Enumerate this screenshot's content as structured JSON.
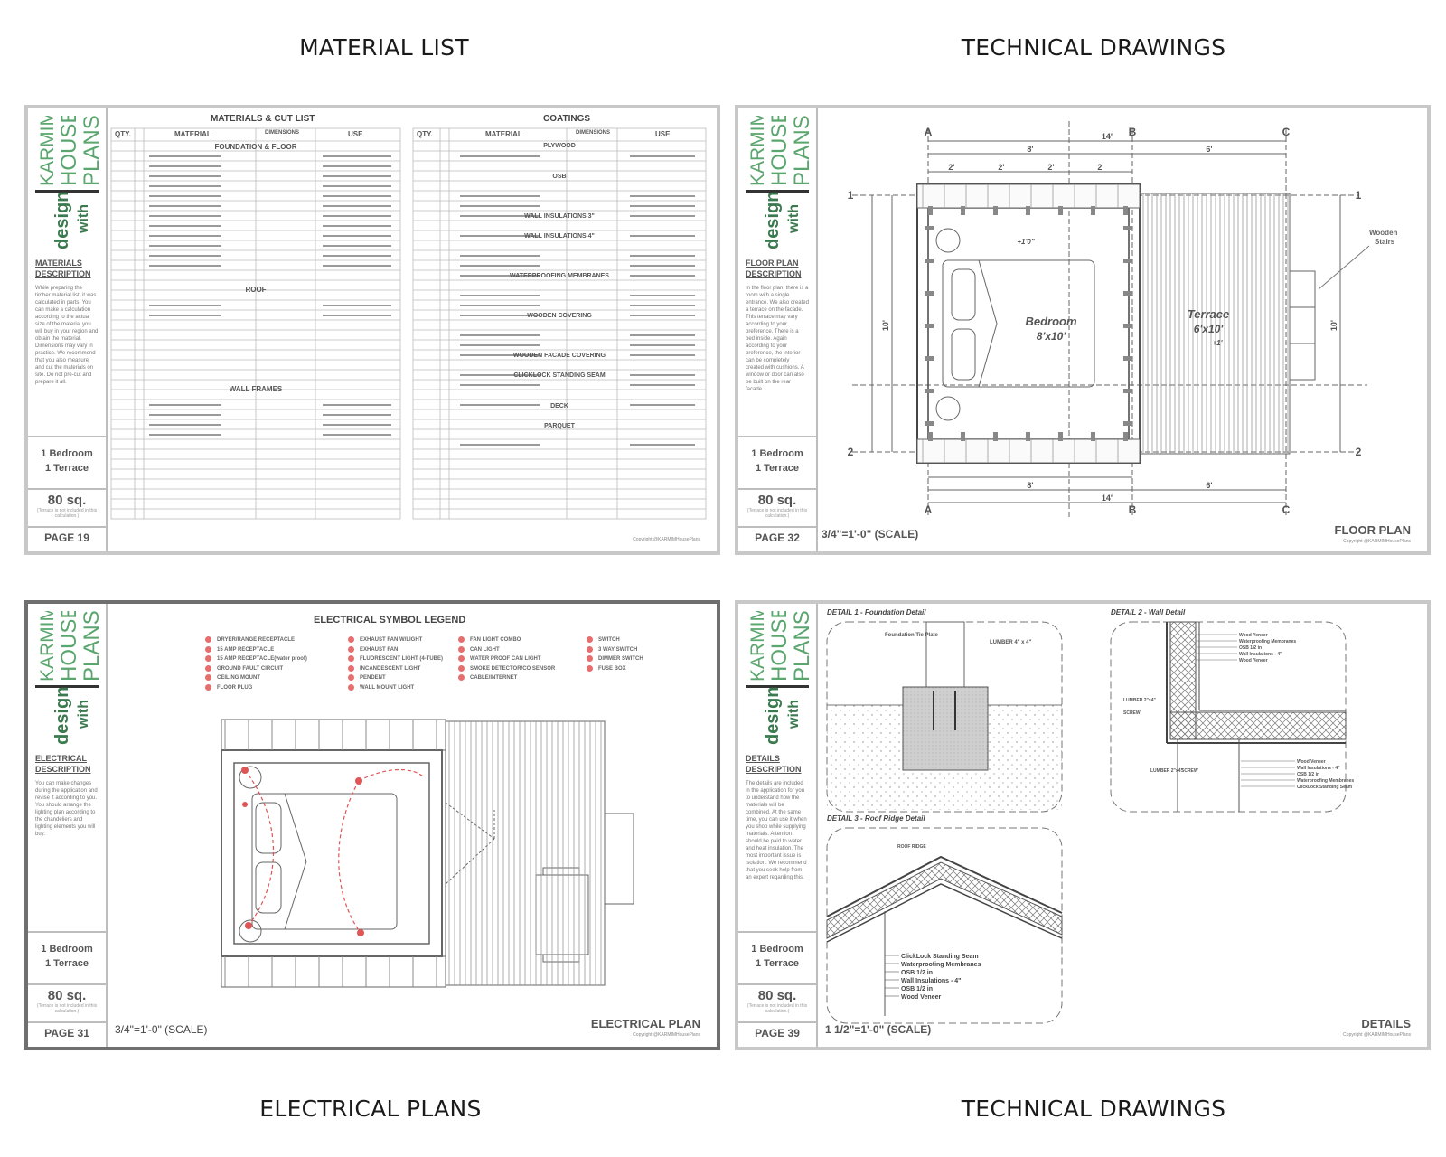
{
  "captions": {
    "top_left": "MATERIAL LIST",
    "top_right": "TECHNICAL DRAWINGS",
    "bottom_left": "ELECTRICAL PLANS",
    "bottom_right": "TECHNICAL DRAWINGS"
  },
  "brand": {
    "line1": "KARMIM",
    "line2": "HOUSE",
    "line3": "PLANS",
    "design": "design",
    "with": "with",
    "color_green": "#5aa66e",
    "color_dark": "#3a7a4e"
  },
  "common": {
    "rooms_line1": "1 Bedroom",
    "rooms_line2": "1 Terrace",
    "area": "80 sq.",
    "area_note": "(Terrace is not included in this calculation.)",
    "copyright": "Copyright @KARMIMHousePlans"
  },
  "sheet_material": {
    "page": "PAGE 19",
    "side_title": "MATERIALS DESCRIPTION",
    "side_desc": "While preparing the timber material list, it was calculated in parts. You can make a calculation according to the actual size of the material you will buy in your region and obtain the material. Dimensions may vary in practice. We recommend that you also measure and cut the materials on site. Do not pre-cut and prepare it all.",
    "left_title": "MATERIALS & CUT LIST",
    "right_title": "COATINGS",
    "headers_left": [
      "QTY.",
      "MATERIAL",
      "DIMENSIONS",
      "USE"
    ],
    "headers_right": [
      "QTY.",
      "MATERIAL",
      "DIMENSIONS",
      "USE"
    ],
    "left_sections": [
      "FOUNDATION & FLOOR",
      "ROOF",
      "WALL FRAMES"
    ],
    "right_sections": [
      "PLYWOOD",
      "OSB",
      "WALL INSULATIONS 3\"",
      "WALL INSULATIONS 4\"",
      "WATERPROOFING MEMBRANES",
      "WOODEN COVERING",
      "WOODEN FACADE COVERING",
      "CLICKLOCK STANDING SEAM",
      "DECK",
      "PARQUET"
    ]
  },
  "sheet_floor": {
    "page": "PAGE 32",
    "side_title": "FLOOR PLAN DESCRIPTION",
    "side_desc": "In the floor plan, there is a room with a single entrance. We also created a terrace on the facade. This terrace may vary according to your preference. There is a bed inside. Again according to your preference, the interior can be completely created with cushions. A window or door can also be built on the rear facade.",
    "scale": "3/4\"=1'-0\" (SCALE)",
    "label": "FLOOR PLAN",
    "bedroom": "Bedroom",
    "bedroom_dim": "8'x10'",
    "terrace": "Terrace",
    "terrace_dim": "6'x10'",
    "stairs": "Wooden Stairs",
    "grid_letters": [
      "A",
      "B",
      "C"
    ],
    "grid_numbers": [
      "1",
      "2"
    ],
    "dim_total": "14'",
    "dim_left": "8'",
    "dim_right": "6'",
    "dim_sub": "2'",
    "dim_vert": "10'",
    "level": "+1'0\"",
    "level_terrace": "+1'"
  },
  "sheet_electrical": {
    "page": "PAGE 31",
    "side_title": "ELECTRICAL DESCRIPTION",
    "side_desc": "You can make changes during the application and revise it according to you. You should arrange the lighting plan according to the chandeliers and lighting elements you will buy.",
    "legend_title": "ELECTRICAL SYMBOL LEGEND",
    "legend_col1": [
      "DRYER/RANGE RECEPTACLE",
      "15 AMP RECEPTACLE",
      "15 AMP RECEPTACLE(water proof)",
      "GROUND FAULT CIRCUIT",
      "CEILING MOUNT",
      "FLOOR PLUG"
    ],
    "legend_col2": [
      "EXHAUST FAN W/LIGHT",
      "EXHAUST FAN",
      "FLUORESCENT LIGHT (4-TUBE)",
      "INCANDESCENT LIGHT",
      "PENDENT",
      "WALL MOUNT LIGHT"
    ],
    "legend_col3": [
      "FAN LIGHT COMBO",
      "CAN LIGHT",
      "WATER PROOF CAN LIGHT",
      "SMOKE DETECTOR/CO SENSOR",
      "CABLE/INTERNET"
    ],
    "legend_col4": [
      "SWITCH",
      "3 WAY SWITCH",
      "DIMMER SWITCH",
      "FUSE BOX"
    ],
    "scale": "3/4\"=1'-0\" (SCALE)",
    "label": "ELECTRICAL PLAN",
    "red": "#e05555"
  },
  "sheet_details": {
    "page": "PAGE 39",
    "side_title": "DETAILS DESCRIPTION",
    "side_desc": "The details are included in the application for you to understand how the materials will be combined. At the same time, you can use it when you shop while supplying materials. Attention should be paid to water and heat insulation. The most important issue is isolation. We recommend that you seek help from an expert regarding this.",
    "detail1": "DETAIL 1 - Foundation Detail",
    "detail2": "DETAIL 2 - Wall Detail",
    "detail3": "DETAIL 3 - Roof Ridge Detail",
    "d1_labels": [
      "Foundation Tie Plate",
      "LUMBER 4\" x 4\""
    ],
    "d2_labels": [
      "Wood Veneer",
      "Waterproofing Membranes",
      "OSB 1/2 in",
      "Wall Insulations - 4\"",
      "Wood Veneer"
    ],
    "d2_labels_b": [
      "Wood Veneer",
      "Wall Insulations - 4\"",
      "OSB 1/2 in",
      "Waterproofing Membranes",
      "ClickLock Standing Seam"
    ],
    "d2_small": [
      "LUMBER 2\"x4\"",
      "SCREW",
      "LUMBER 2\"x4\"",
      "SCREW"
    ],
    "d3_ridge": "ROOF RIDGE",
    "d3_labels": [
      "ClickLock Standing Seam",
      "Waterproofing Membranes",
      "OSB 1/2 in",
      "Wall Insulations - 4\"",
      "OSB 1/2 in",
      "Wood Veneer"
    ],
    "scale": "1 1/2\"=1'-0\" (SCALE)",
    "label": "DETAILS"
  }
}
